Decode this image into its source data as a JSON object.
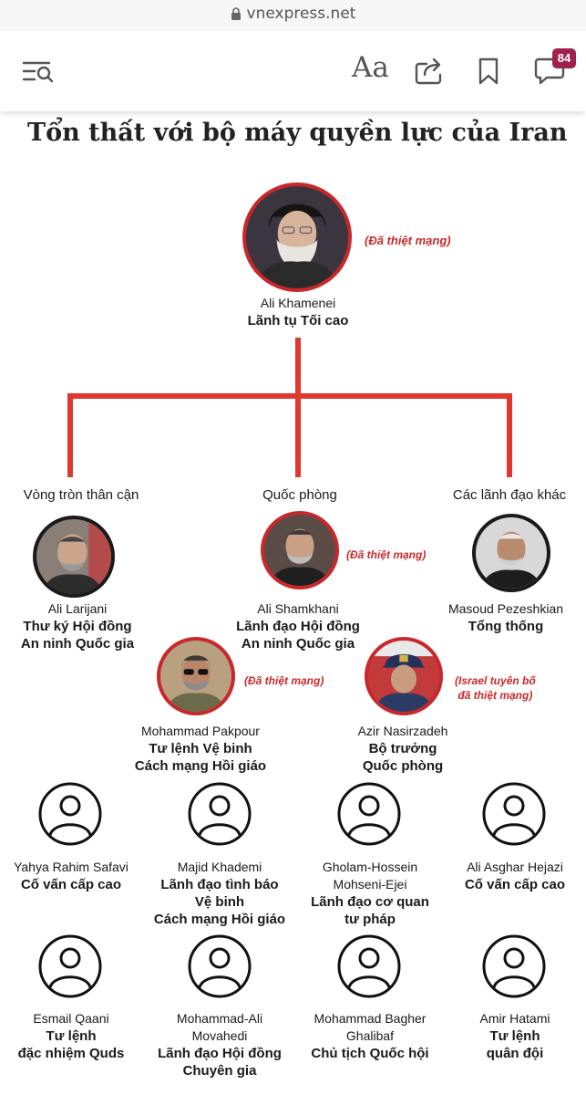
{
  "browser": {
    "url": "vnexpress.net"
  },
  "toolbar": {
    "font_icon_text": "Aa",
    "comment_count": "84"
  },
  "title": "Tổn thất với bộ máy quyền lực của Iran",
  "status_killed": "(Đã thiệt mạng)",
  "status_israel": [
    "(Israel tuyên bố",
    "đã thiệt mạng)"
  ],
  "leader": {
    "name": "Ali Khamenei",
    "role": "Lãnh tụ Tối cao"
  },
  "groups": [
    "Vòng tròn thân cận",
    "Quốc phòng",
    "Các lãnh đạo khác"
  ],
  "tier2": [
    {
      "name": "Ali Larijani",
      "role": [
        "Thư ký Hội đồng",
        "An ninh Quốc gia"
      ]
    },
    {
      "name": "Ali Shamkhani",
      "role": [
        "Lãnh đạo Hội đồng",
        "An ninh Quốc gia"
      ]
    },
    {
      "name": "Masoud Pezeshkian",
      "role": [
        "Tổng thống"
      ]
    }
  ],
  "tier3": [
    {
      "name": "Mohammad Pakpour",
      "role": [
        "Tư lệnh Vệ binh",
        "Cách mạng Hồi giáo"
      ]
    },
    {
      "name": "Azir Nasirzadeh",
      "role": [
        "Bộ trưởng",
        "Quốc phòng"
      ]
    }
  ],
  "row4": [
    {
      "name": [
        "Yahya Rahim Safavi"
      ],
      "role": [
        "Cố vấn cấp cao"
      ]
    },
    {
      "name": [
        "Majid Khademi"
      ],
      "role": [
        "Lãnh đạo tình báo",
        "Vệ binh",
        "Cách mạng Hồi giáo"
      ]
    },
    {
      "name": [
        "Gholam-Hossein",
        "Mohseni-Ejei"
      ],
      "role": [
        "Lãnh đạo cơ quan",
        "tư pháp"
      ]
    },
    {
      "name": [
        "Ali Asghar Hejazi"
      ],
      "role": [
        "Cố vấn cấp cao"
      ]
    }
  ],
  "row5": [
    {
      "name": [
        "Esmail Qaani"
      ],
      "role": [
        "Tư lệnh",
        "đặc nhiệm Quds"
      ]
    },
    {
      "name": [
        "Mohammad-Ali",
        "Movahedi"
      ],
      "role": [
        "Lãnh đạo Hội đồng",
        "Chuyên gia"
      ]
    },
    {
      "name": [
        "Mohammad Bagher",
        "Ghalibaf"
      ],
      "role": [
        "Chủ tịch Quốc hội"
      ]
    },
    {
      "name": [
        "Amir Hatami"
      ],
      "role": [
        "Tư lệnh",
        "quân đội"
      ]
    }
  ],
  "colors": {
    "accent_red": "#c8282b",
    "badge": "#9f224e",
    "text": "#1a1a1a"
  }
}
